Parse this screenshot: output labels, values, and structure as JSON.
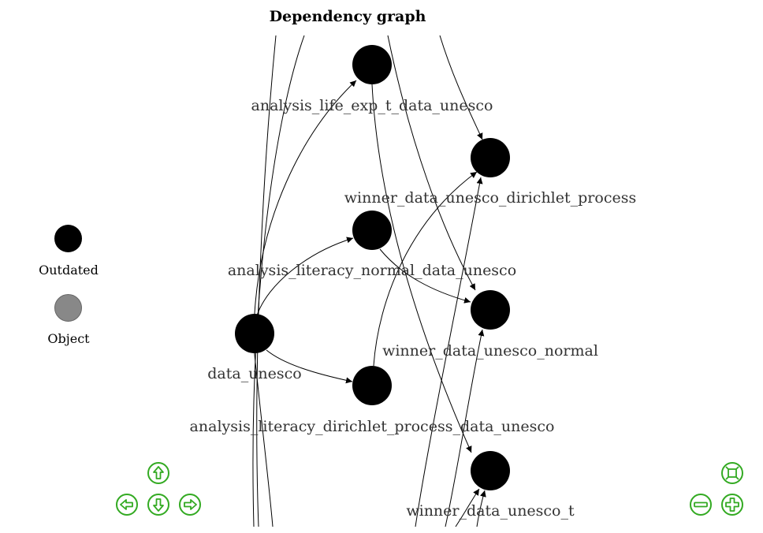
{
  "graph": {
    "title": "Dependency graph",
    "nodes": [
      {
        "id": "analysis_life_exp_t_data_unesco",
        "label": "analysis_life_exp_t_data_unesco",
        "status": "Outdated"
      },
      {
        "id": "winner_data_unesco_dirichlet_process",
        "label": "winner_data_unesco_dirichlet_process",
        "status": "Outdated"
      },
      {
        "id": "analysis_literacy_normal_data_unesco",
        "label": "analysis_literacy_normal_data_unesco",
        "status": "Outdated"
      },
      {
        "id": "data_unesco",
        "label": "data_unesco",
        "status": "Outdated"
      },
      {
        "id": "winner_data_unesco_normal",
        "label": "winner_data_unesco_normal",
        "status": "Outdated"
      },
      {
        "id": "analysis_literacy_dirichlet_process_data_unesco",
        "label": "analysis_literacy_dirichlet_process_data_unesco",
        "status": "Outdated"
      },
      {
        "id": "winner_data_unesco_t",
        "label": "winner_data_unesco_t",
        "status": "Outdated"
      }
    ],
    "edges": [
      {
        "from": "data_unesco",
        "to": "analysis_life_exp_t_data_unesco"
      },
      {
        "from": "data_unesco",
        "to": "analysis_literacy_normal_data_unesco"
      },
      {
        "from": "data_unesco",
        "to": "analysis_literacy_dirichlet_process_data_unesco"
      },
      {
        "from": "analysis_literacy_normal_data_unesco",
        "to": "winner_data_unesco_normal"
      },
      {
        "from": "analysis_literacy_dirichlet_process_data_unesco",
        "to": "winner_data_unesco_dirichlet_process"
      },
      {
        "from": "analysis_life_exp_t_data_unesco",
        "to": "winner_data_unesco_t"
      }
    ]
  },
  "legend": {
    "items": [
      {
        "label": "Outdated",
        "color": "#000000"
      },
      {
        "label": "Object",
        "color": "#888888"
      }
    ]
  },
  "controls": {
    "color": "#33aa22",
    "pan": [
      "up",
      "left",
      "down",
      "right"
    ],
    "zoom": [
      "fit",
      "zoom-out",
      "zoom-in"
    ]
  }
}
